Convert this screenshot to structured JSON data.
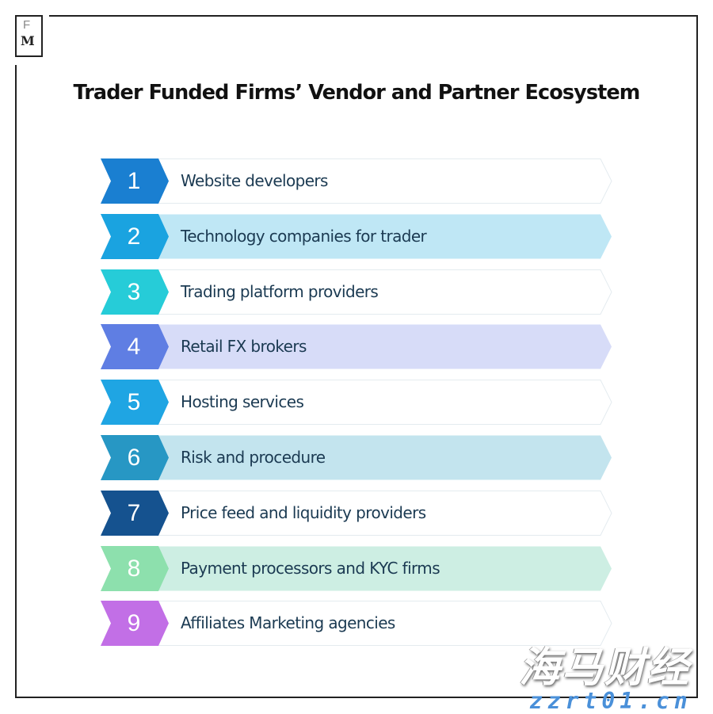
{
  "logo": {
    "top": "F",
    "bottom": "M"
  },
  "title": "Trader Funded Firms’ Vendor and Partner Ecosystem",
  "items": [
    {
      "number": "1",
      "label": "Website developers",
      "badge_color": "#1a7fd1",
      "bar_color": "#ffffff"
    },
    {
      "number": "2",
      "label": "Technology companies for trader",
      "badge_color": "#1aa3e0",
      "bar_color": "#bfe7f5"
    },
    {
      "number": "3",
      "label": "Trading platform providers",
      "badge_color": "#26ccd8",
      "bar_color": "#ffffff"
    },
    {
      "number": "4",
      "label": "Retail FX brokers",
      "badge_color": "#5f7ee3",
      "bar_color": "#d7dcf8"
    },
    {
      "number": "5",
      "label": "Hosting services",
      "badge_color": "#1fa5e3",
      "bar_color": "#ffffff"
    },
    {
      "number": "6",
      "label": "Risk and procedure",
      "badge_color": "#2797c4",
      "bar_color": "#c3e4ee"
    },
    {
      "number": "7",
      "label": "Price feed and liquidity providers",
      "badge_color": "#15528f",
      "bar_color": "#ffffff"
    },
    {
      "number": "8",
      "label": "Payment processors and KYC firms",
      "badge_color": "#8de0ad",
      "bar_color": "#cdeee3"
    },
    {
      "number": "9",
      "label": "Affiliates Marketing agencies",
      "badge_color": "#c26fe6",
      "bar_color": "#ffffff"
    }
  ],
  "watermark": {
    "text": "海马财经",
    "url": "zzrt01.cn"
  }
}
